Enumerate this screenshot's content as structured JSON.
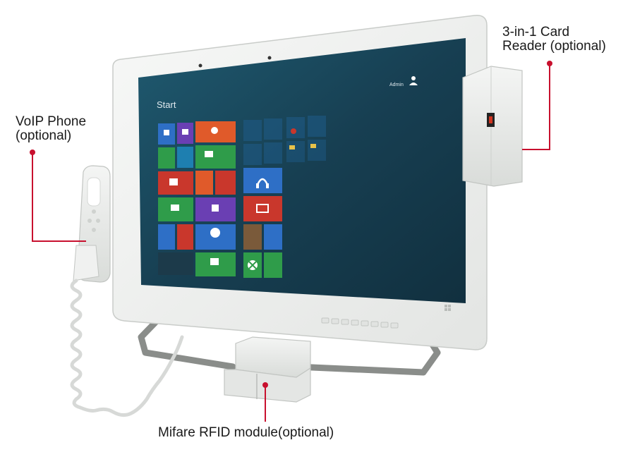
{
  "callouts": {
    "voip_phone": {
      "line1": "VoIP Phone",
      "line2": "(optional)"
    },
    "card_reader": {
      "line1": "3-in-1 Card",
      "line2": "Reader (optional)"
    },
    "rfid": {
      "text": "Mifare RFID module(optional)"
    }
  },
  "screen": {
    "start_label": "Start",
    "user_name": "Admin"
  },
  "colors": {
    "callout_red": "#c8102e",
    "bezel": "#f2f3f2",
    "screen_bg": "#1b4a5e",
    "tile_blue": "#2e6fc6",
    "tile_green": "#2f9c4a",
    "tile_red": "#c9372c",
    "tile_purple": "#6a3fb3",
    "tile_orange": "#e05a2a"
  },
  "icons": [
    "user-icon",
    "start-tiles",
    "xbox-icon",
    "headphones-icon",
    "camera-icon",
    "windows-key-icon"
  ]
}
